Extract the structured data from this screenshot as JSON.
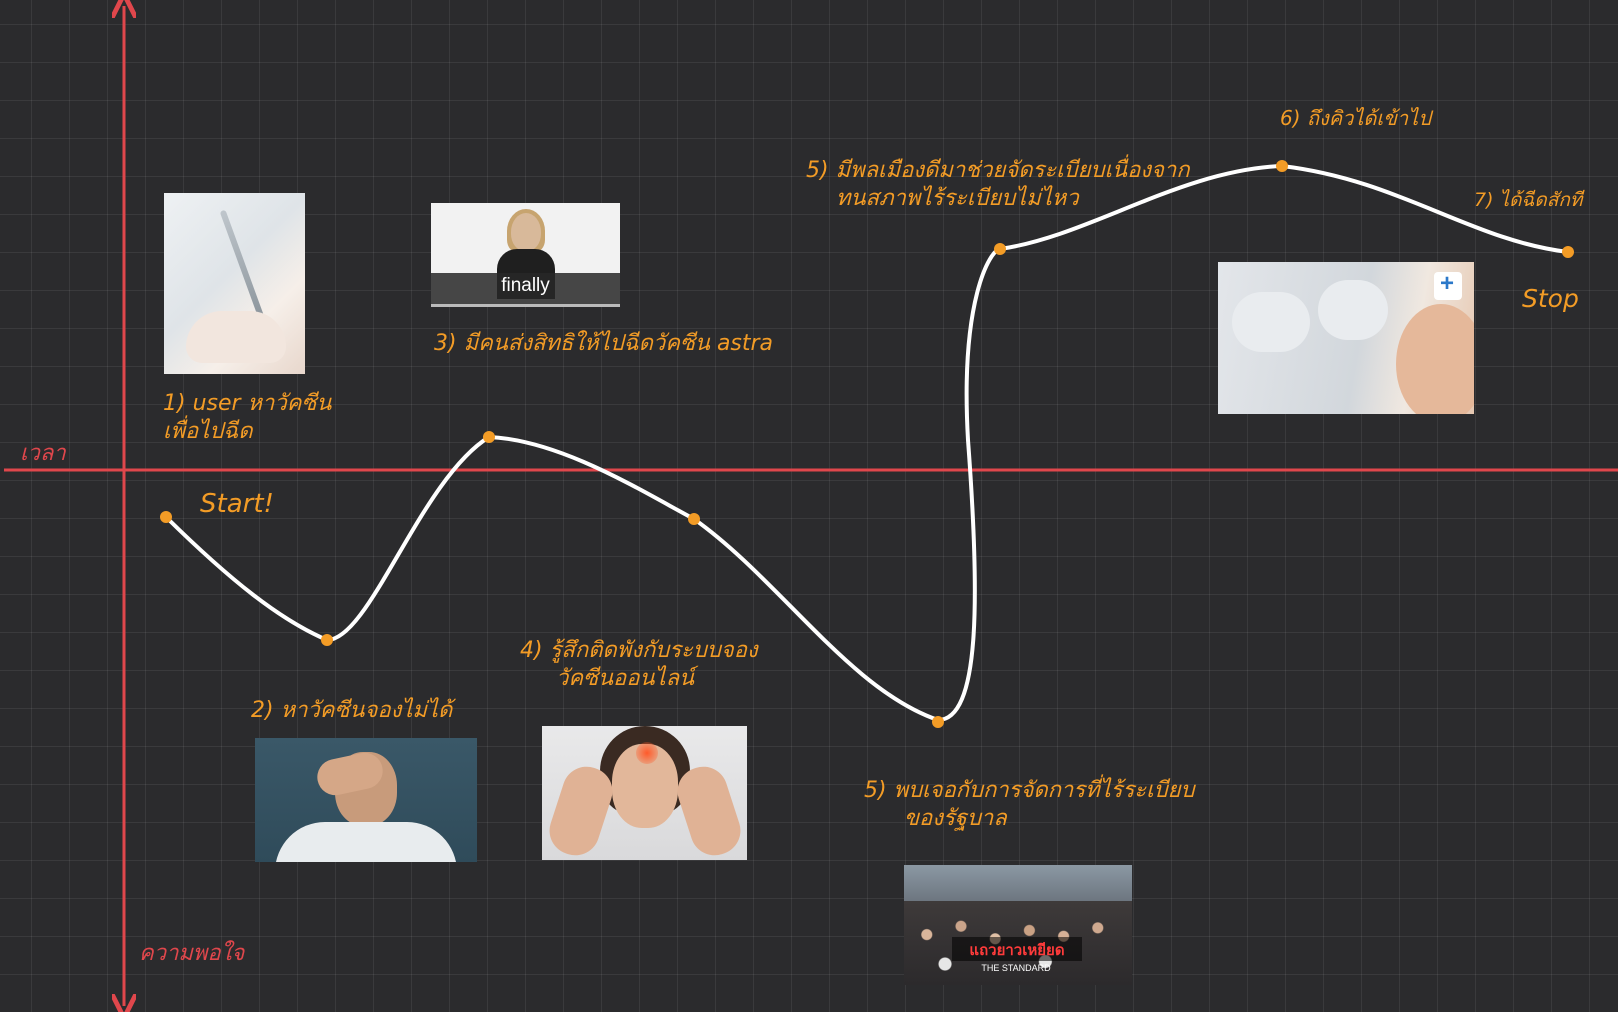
{
  "axes": {
    "x_label": "เวลา",
    "y_label": "ความพอใจ"
  },
  "colors": {
    "background": "#2b2b2d",
    "axis": "#e0474c",
    "curve": "#ffffff",
    "point": "#f39c26",
    "label": "#f39c26"
  },
  "markers": {
    "start": "Start!",
    "stop": "Stop"
  },
  "steps": [
    {
      "lines": [
        "1) user หาวัคซีน",
        "เพื่อไปฉีด"
      ]
    },
    {
      "lines": [
        "2) หาวัคซีนจองไม่ได้"
      ]
    },
    {
      "lines": [
        "3) มีคนส่งสิทธิให้ไปฉีดวัคซีน astra"
      ]
    },
    {
      "lines": [
        "4) รู้สึกติดพังกับระบบจอง",
        "วัคซีนออนไลน์"
      ]
    },
    {
      "lines": [
        "5) พบเจอกับการจัดการที่ไร้ระเบียบ",
        "ของรัฐบาล"
      ]
    },
    {
      "lines": [
        "5) มีพลเมืองดีมาช่วยจัดระเบียบเนื่องจาก",
        "ทนสภาพไร้ระเบียบไม่ไหว"
      ]
    },
    {
      "lines": [
        "6) ถึงคิวได้เข้าไป"
      ]
    },
    {
      "lines": [
        "7) ได้ฉีดสักที"
      ]
    }
  ],
  "photos": {
    "syringe": {
      "icon": "syringe-photo"
    },
    "woman_finally": {
      "caption": "finally"
    },
    "vaccination": {
      "icon": "vaccination-photo"
    },
    "frustrated_man": {
      "icon": "frustrated-man-photo"
    },
    "headache_woman": {
      "icon": "headache-woman-photo"
    },
    "queue_crowd": {
      "banner": "แถวยาวเหยียด",
      "small": "THE STANDARD"
    }
  }
}
